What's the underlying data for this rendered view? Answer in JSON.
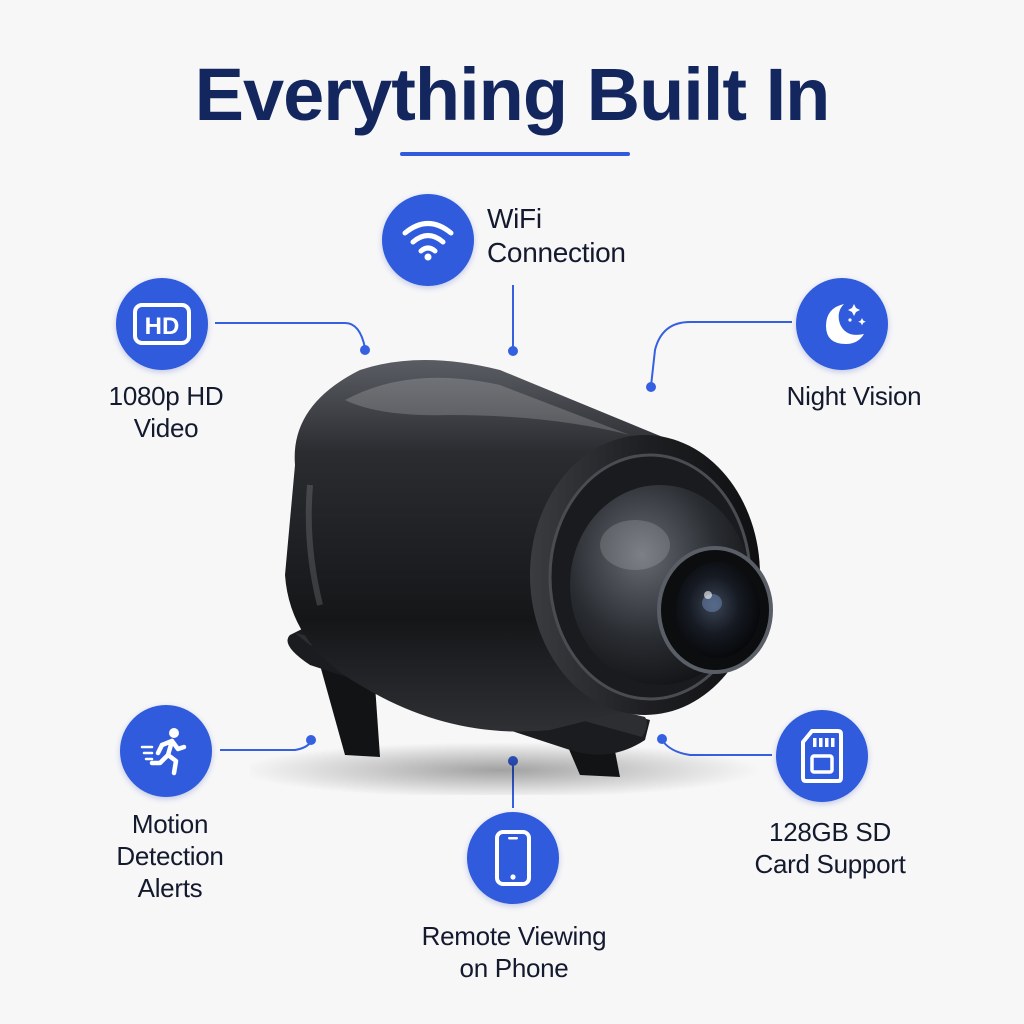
{
  "colors": {
    "accent": "#2f5bdc",
    "title": "#13275e",
    "text": "#141a2e",
    "line": "#3560e0"
  },
  "title": "Everything Built In",
  "features": {
    "wifi": {
      "icon": "wifi-icon",
      "lines": [
        "WiFi",
        "Connection"
      ]
    },
    "hd": {
      "icon": "hd-icon",
      "badge_text": "HD",
      "lines": [
        "1080p HD",
        "Video"
      ]
    },
    "night": {
      "icon": "moon-stars-icon",
      "lines": [
        "Night Vision"
      ]
    },
    "motion": {
      "icon": "running-person-icon",
      "lines": [
        "Motion",
        "Detection",
        "Alerts"
      ]
    },
    "phone": {
      "icon": "smartphone-icon",
      "lines": [
        "Remote Viewing",
        "on Phone"
      ]
    },
    "sd": {
      "icon": "sd-card-icon",
      "lines": [
        "128GB SD",
        "Card Support"
      ]
    }
  },
  "product": {
    "name": "mini-wifi-camera-image"
  }
}
